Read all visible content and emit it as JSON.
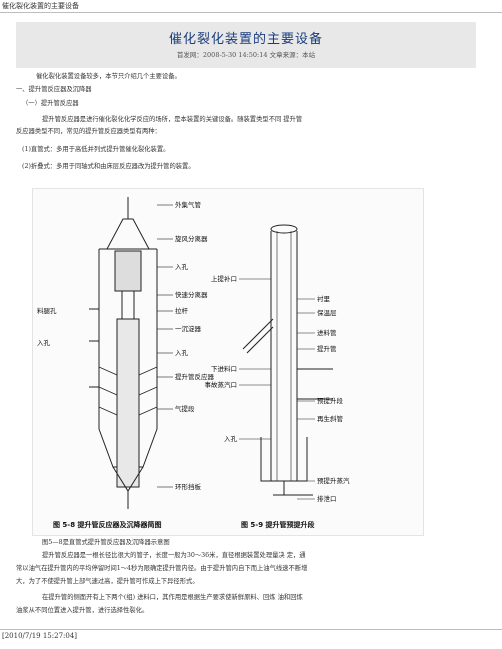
{
  "tab": {
    "title": "催化裂化装置的主要设备"
  },
  "article": {
    "title": "催化裂化装置的主要设备",
    "meta": "首发网：2008-5-30 14:50:14 文章来源：本站",
    "lines": [
      "催化裂化装置设备较多，本节只介绍几个主要设备。",
      "一、提升管反应器及沉降器",
      "（一）提升管反应器",
      "提升管反应器是进行催化裂化化学反应的场所，是本装置的关键设备。随装置类型不同 提升管",
      "反应器类型不同，常见的提升管反应器类型有两种：",
      "(1)直管式：多用于高低并列式提升管催化裂化装置。",
      "(2)折叠式：多用于同轴式和由床层反应器改为提升管的装置。"
    ],
    "caption_lines": [
      "图5—8是直管式提升管反应器及沉降器示意图",
      "提升管反应器是一根长径比很大的管子，长度一般为30～36米，直径根据装置处理量决 定，通",
      "常以油气在提升管内的平均停留时间1～4秒为限确定提升管内径。由于提升管内自下而上油气线速不断增",
      "大，为了不使提升管上部气速过高，提升管可作成上下异径形式。",
      "在提升管的侧面开有上下两个(组) 进料口，其作用是根据生产要求使新鲜原料、回炼 油和回炼",
      "油浆从不同位置进入提升管，进行选择性裂化。"
    ]
  },
  "figure": {
    "left_labels": [
      "外集气管",
      "旋风分离器",
      "入孔",
      "快速分离器",
      "拉杆",
      "一沉淀器",
      "入孔",
      "提升管反应器",
      "气提段",
      "环形挡板"
    ],
    "left_side_labels": [
      "料腿孔",
      "入孔"
    ],
    "left_caption": "图 5-8 提升管反应器及沉降器简图",
    "right_labels": [
      "上提补口",
      "衬里",
      "保温层",
      "进料管",
      "提升管",
      "下进料口",
      "事故蒸汽口",
      "预提升段",
      "再生斜管",
      "入孔",
      "预提升蒸汽",
      "排泄口"
    ],
    "right_caption": "图 5-9 提升管预提升段"
  },
  "footer": {
    "timestamp": "[2010/7/19 15:27:04]"
  }
}
